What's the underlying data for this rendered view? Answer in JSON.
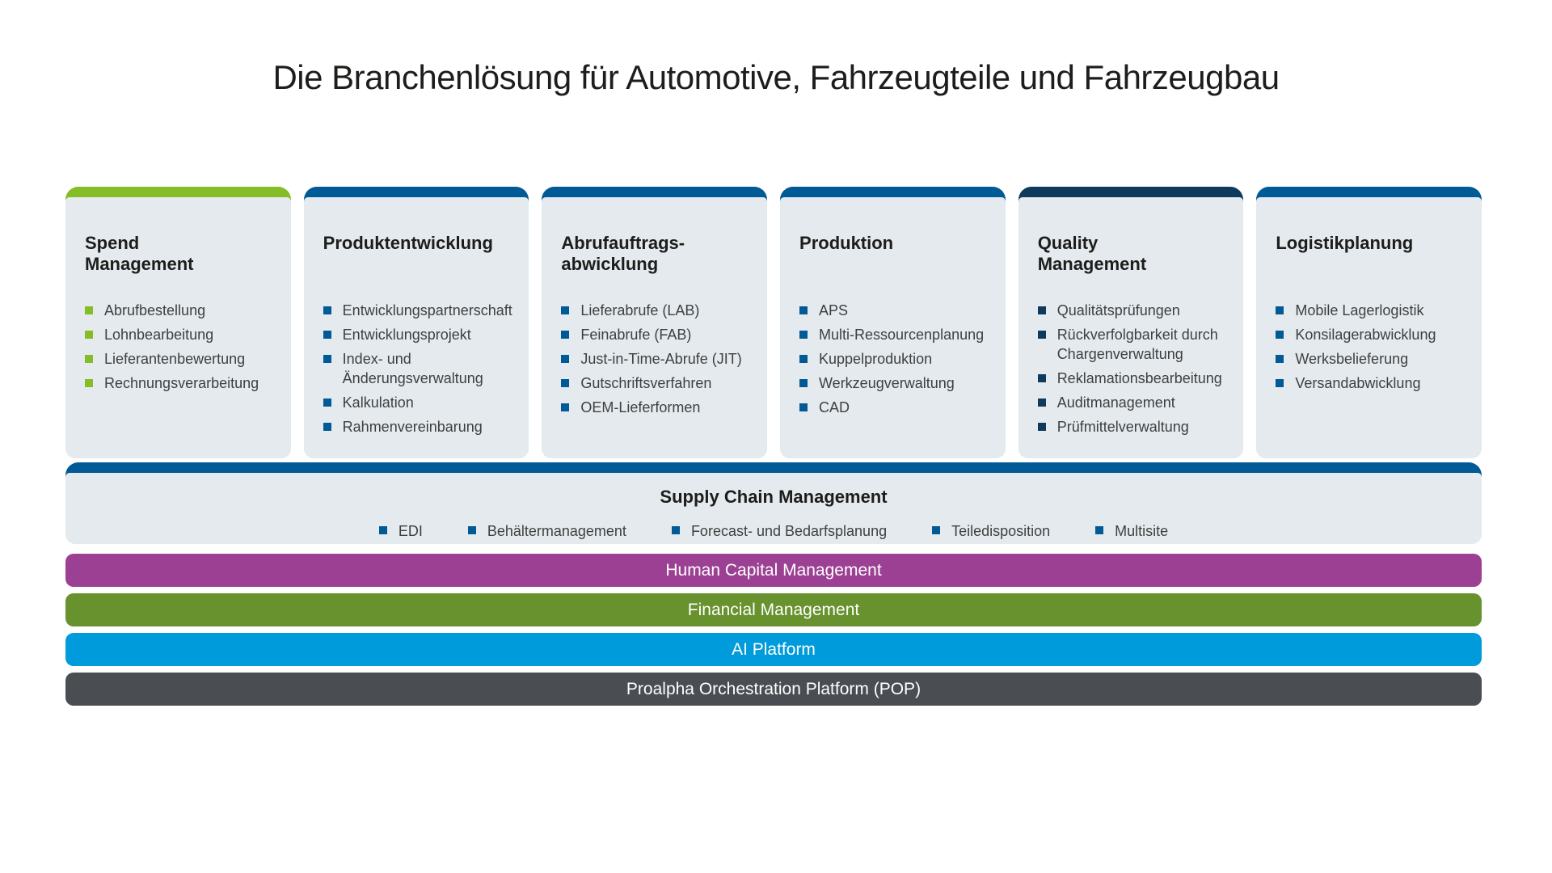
{
  "title": "Die Branchenlösung für Automotive, Fahrzeugteile und Fahrzeugbau",
  "colors": {
    "green": "#84bd25",
    "blue": "#005a96",
    "navy": "#0e3a5d",
    "card_bg": "#e4eaee",
    "title_text": "#1d1d1b",
    "item_text": "#3f3f3f"
  },
  "cards": [
    {
      "id": "spend-management",
      "title": "Spend\nManagement",
      "accent": "green",
      "items": [
        "Abrufbestellung",
        "Lohnbearbeitung",
        "Lieferantenbewertung",
        "Rechnungsverarbeitung"
      ]
    },
    {
      "id": "produktentwicklung",
      "title": "Produktentwicklung",
      "accent": "blue",
      "items": [
        "Entwicklungspartnerschaft",
        "Entwicklungsprojekt",
        "Index- und Änderungsverwaltung",
        "Kalkulation",
        "Rahmenvereinbarung"
      ]
    },
    {
      "id": "abrufauftragsabwicklung",
      "title": "Abrufauftrags-\nabwicklung",
      "accent": "blue",
      "items": [
        "Lieferabrufe (LAB)",
        "Feinabrufe (FAB)",
        "Just-in-Time-Abrufe (JIT)",
        "Gutschriftsverfahren",
        "OEM-Lieferformen"
      ]
    },
    {
      "id": "produktion",
      "title": "Produktion",
      "accent": "blue",
      "items": [
        "APS",
        "Multi-Ressourcenplanung",
        "Kuppelproduktion",
        "Werkzeugverwaltung",
        "CAD"
      ]
    },
    {
      "id": "quality-management",
      "title": "Quality\nManagement",
      "accent": "navy",
      "items": [
        "Qualitätsprüfungen",
        "Rückverfolgbarkeit durch Chargenverwaltung",
        "Reklamationsbearbeitung",
        "Auditmanagement",
        "Prüfmittelverwaltung"
      ]
    },
    {
      "id": "logistikplanung",
      "title": "Logistikplanung",
      "accent": "blue",
      "items": [
        "Mobile Lagerlogistik",
        "Konsilagerabwicklung",
        "Werksbelieferung",
        "Versandabwicklung"
      ]
    }
  ],
  "supply_chain": {
    "id": "supply-chain-management",
    "title": "Supply Chain Management",
    "accent": "blue",
    "items": [
      "EDI",
      "Behältermanagement",
      "Forecast- und Bedarfsplanung",
      "Teiledisposition",
      "Multisite"
    ]
  },
  "bars": [
    {
      "id": "human-capital-management",
      "label": "Human Capital Management",
      "color": "#9c4094"
    },
    {
      "id": "financial-management",
      "label": "Financial Management",
      "color": "#67922e"
    },
    {
      "id": "ai-platform",
      "label": "AI Platform",
      "color": "#009bdb"
    },
    {
      "id": "proalpha-orchestration-platform",
      "label": "Proalpha Orchestration Platform (POP)",
      "color": "#4a4e53"
    }
  ]
}
